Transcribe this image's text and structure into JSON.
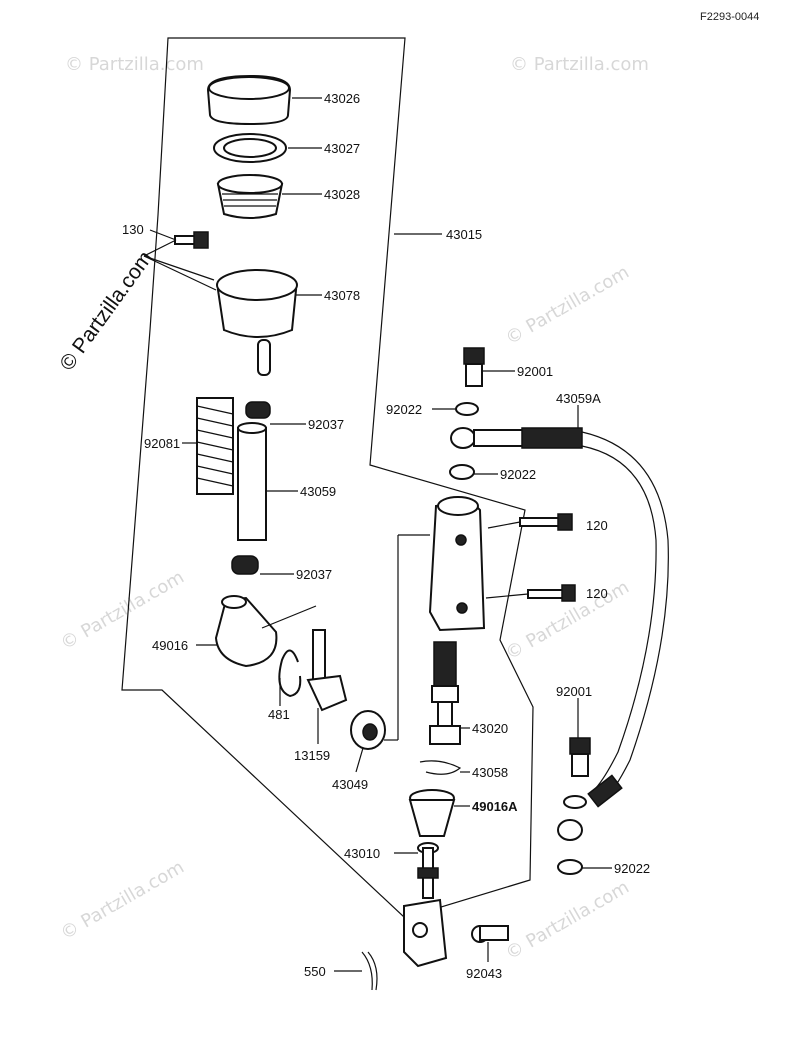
{
  "figure_code": "F2293-0044",
  "watermark": "© Partzilla.com",
  "labels": {
    "l43026": "43026",
    "l43027": "43027",
    "l43028": "43028",
    "l130": "130",
    "l43015": "43015",
    "l43078": "43078",
    "l92001a": "92001",
    "l92022a": "92022",
    "l43059A": "43059A",
    "l92037a": "92037",
    "l92081": "92081",
    "l92022b": "92022",
    "l43059": "43059",
    "l120a": "120",
    "l92037b": "92037",
    "l120b": "120",
    "l49016": "49016",
    "l481": "481",
    "l13159": "13159",
    "l43049": "43049",
    "l43020": "43020",
    "l92001b": "92001",
    "l43058": "43058",
    "l49016A": "49016A",
    "l43010": "43010",
    "l92022c": "92022",
    "l550": "550",
    "l92043": "92043"
  }
}
